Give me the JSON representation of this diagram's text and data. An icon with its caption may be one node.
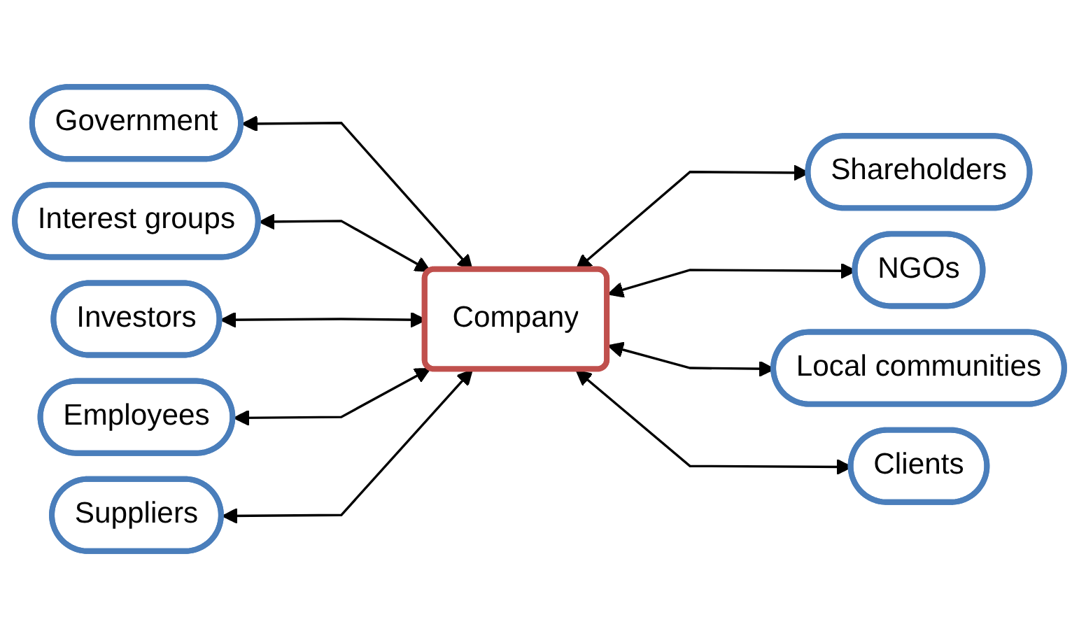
{
  "diagram": {
    "nodes": [
      {
        "text": [
          "Government"
        ]
      },
      {
        "text": [
          "Shareholders"
        ]
      },
      {
        "text": [
          "Interest groups"
        ]
      },
      {
        "text": [
          "NGOs"
        ]
      },
      {
        "text": [
          "Investors"
        ]
      },
      {
        "text": [
          "Company"
        ]
      },
      {
        "text": [
          "Local communities"
        ]
      },
      {
        "text": [
          "Employees"
        ]
      },
      {
        "text": [
          "Suppliers"
        ]
      },
      {
        "text": [
          "Clients"
        ]
      }
    ],
    "edges": [
      {
        "from": 5,
        "to": 0,
        "arrow": "both"
      },
      {
        "from": 5,
        "to": 1,
        "arrow": "both"
      },
      {
        "from": 5,
        "to": 2,
        "arrow": "both"
      },
      {
        "from": 5,
        "to": 3,
        "arrow": "both"
      },
      {
        "from": 5,
        "to": 4,
        "arrow": "both"
      },
      {
        "from": 5,
        "to": 6,
        "arrow": "both"
      },
      {
        "from": 5,
        "to": 7,
        "arrow": "both"
      },
      {
        "from": 5,
        "to": 8,
        "arrow": "both"
      },
      {
        "from": 5,
        "to": 9,
        "arrow": "both"
      }
    ]
  }
}
